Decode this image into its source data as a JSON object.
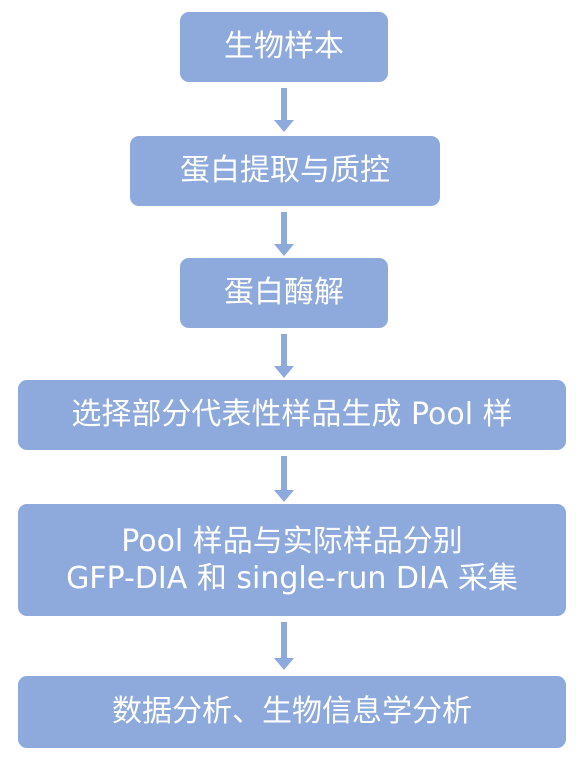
{
  "steps": [
    {
      "lines": [
        "生物样本"
      ]
    },
    {
      "lines": [
        "蛋白提取与质控"
      ]
    },
    {
      "lines": [
        "蛋白酶解"
      ]
    },
    {
      "lines": [
        "选择部分代表性样品生成 Pool 样"
      ]
    },
    {
      "lines": [
        "Pool 样品与实际样品分别",
        "GFP-DIA 和 single-run DIA 采集"
      ]
    },
    {
      "lines": [
        "数据分析、生物信息学分析"
      ]
    }
  ],
  "colors": {
    "box_fill": "#8ea9db",
    "text": "#ffffff",
    "arrow": "#8ea9db"
  }
}
